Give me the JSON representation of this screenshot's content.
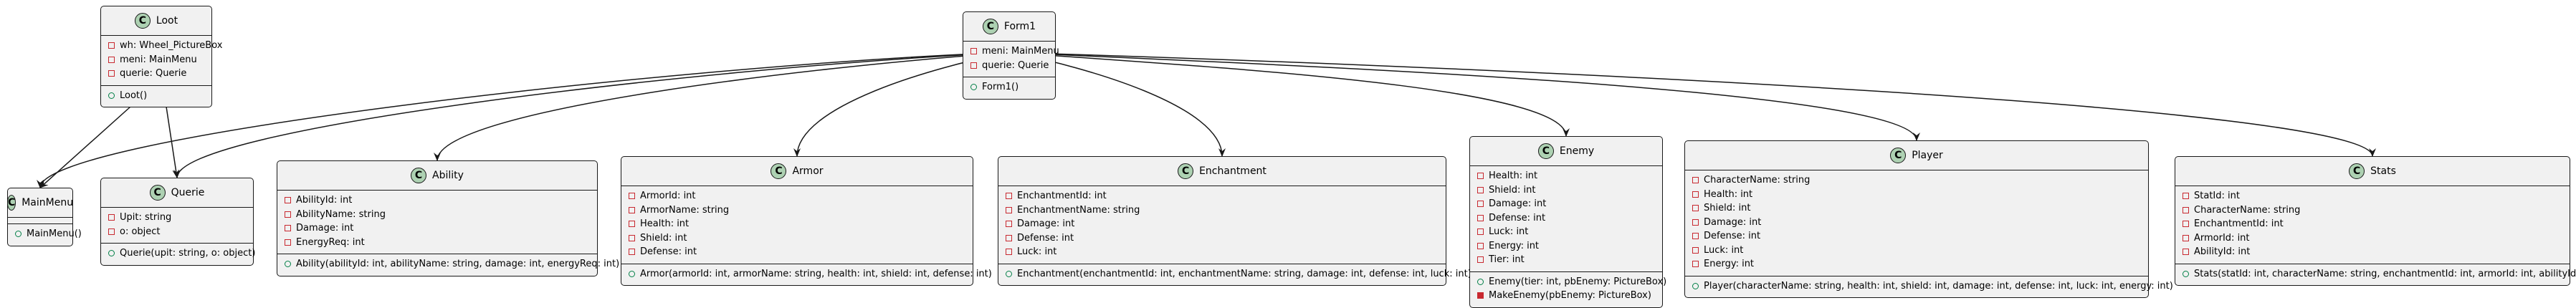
{
  "diagram": {
    "type": "uml-class-diagram",
    "class_icon_letter": "C",
    "colors": {
      "class_fill": "#f1f1f1",
      "class_border": "#181818",
      "icon_fill": "#add1b2",
      "private_marker": "#c82930",
      "public_marker": "#038048",
      "edge": "#181818"
    },
    "classes": [
      {
        "id": "loot",
        "name": "Loot",
        "fields": [
          {
            "vis": "private",
            "text": "wh: Wheel_PictureBox"
          },
          {
            "vis": "private",
            "text": "meni: MainMenu"
          },
          {
            "vis": "private",
            "text": "querie: Querie"
          }
        ],
        "methods": [
          {
            "vis": "public",
            "text": "Loot()"
          }
        ]
      },
      {
        "id": "form1",
        "name": "Form1",
        "fields": [
          {
            "vis": "private",
            "text": "meni: MainMenu"
          },
          {
            "vis": "private",
            "text": "querie: Querie"
          }
        ],
        "methods": [
          {
            "vis": "public",
            "text": "Form1()"
          }
        ]
      },
      {
        "id": "mainmenu",
        "name": "MainMenu",
        "fields": [],
        "methods": [
          {
            "vis": "public",
            "text": "MainMenu()"
          }
        ]
      },
      {
        "id": "querie",
        "name": "Querie",
        "fields": [
          {
            "vis": "private",
            "text": "Upit: string"
          },
          {
            "vis": "private",
            "text": "o: object"
          }
        ],
        "methods": [
          {
            "vis": "public",
            "text": "Querie(upit: string, o: object)"
          }
        ]
      },
      {
        "id": "ability",
        "name": "Ability",
        "fields": [
          {
            "vis": "private",
            "text": "AbilityId: int"
          },
          {
            "vis": "private",
            "text": "AbilityName: string"
          },
          {
            "vis": "private",
            "text": "Damage: int"
          },
          {
            "vis": "private",
            "text": "EnergyReq: int"
          }
        ],
        "methods": [
          {
            "vis": "public",
            "text": "Ability(abilityId: int, abilityName: string, damage: int, energyReq: int)"
          }
        ]
      },
      {
        "id": "armor",
        "name": "Armor",
        "fields": [
          {
            "vis": "private",
            "text": "ArmorId: int"
          },
          {
            "vis": "private",
            "text": "ArmorName: string"
          },
          {
            "vis": "private",
            "text": "Health: int"
          },
          {
            "vis": "private",
            "text": "Shield: int"
          },
          {
            "vis": "private",
            "text": "Defense: int"
          }
        ],
        "methods": [
          {
            "vis": "public",
            "text": "Armor(armorId: int, armorName: string, health: int, shield: int, defense: int)"
          }
        ]
      },
      {
        "id": "enchantment",
        "name": "Enchantment",
        "fields": [
          {
            "vis": "private",
            "text": "EnchantmentId: int"
          },
          {
            "vis": "private",
            "text": "EnchantmentName: string"
          },
          {
            "vis": "private",
            "text": "Damage: int"
          },
          {
            "vis": "private",
            "text": "Defense: int"
          },
          {
            "vis": "private",
            "text": "Luck: int"
          }
        ],
        "methods": [
          {
            "vis": "public",
            "text": "Enchantment(enchantmentId: int, enchantmentName: string, damage: int, defense: int, luck: int)"
          }
        ]
      },
      {
        "id": "enemy",
        "name": "Enemy",
        "fields": [
          {
            "vis": "private",
            "text": "Health: int"
          },
          {
            "vis": "private",
            "text": "Shield: int"
          },
          {
            "vis": "private",
            "text": "Damage: int"
          },
          {
            "vis": "private",
            "text": "Defense: int"
          },
          {
            "vis": "private",
            "text": "Luck: int"
          },
          {
            "vis": "private",
            "text": "Energy: int"
          },
          {
            "vis": "private",
            "text": "Tier: int"
          }
        ],
        "methods": [
          {
            "vis": "public",
            "text": "Enemy(tier: int, pbEnemy: PictureBox)"
          },
          {
            "vis": "private",
            "filled": true,
            "text": "MakeEnemy(pbEnemy: PictureBox)"
          }
        ]
      },
      {
        "id": "player",
        "name": "Player",
        "fields": [
          {
            "vis": "private",
            "text": "CharacterName: string"
          },
          {
            "vis": "private",
            "text": "Health: int"
          },
          {
            "vis": "private",
            "text": "Shield: int"
          },
          {
            "vis": "private",
            "text": "Damage: int"
          },
          {
            "vis": "private",
            "text": "Defense: int"
          },
          {
            "vis": "private",
            "text": "Luck: int"
          },
          {
            "vis": "private",
            "text": "Energy: int"
          }
        ],
        "methods": [
          {
            "vis": "public",
            "text": "Player(characterName: string, health: int, shield: int, damage: int, defense: int, luck: int, energy: int)"
          }
        ]
      },
      {
        "id": "stats",
        "name": "Stats",
        "fields": [
          {
            "vis": "private",
            "text": "StatId: int"
          },
          {
            "vis": "private",
            "text": "CharacterName: string"
          },
          {
            "vis": "private",
            "text": "EnchantmentId: int"
          },
          {
            "vis": "private",
            "text": "ArmorId: int"
          },
          {
            "vis": "private",
            "text": "AbilityId: int"
          }
        ],
        "methods": [
          {
            "vis": "public",
            "text": "Stats(statId: int, characterName: string, enchantmentId: int, armorId: int, abilityId: int)"
          }
        ]
      }
    ],
    "edges": [
      {
        "from": "loot",
        "to": "mainmenu"
      },
      {
        "from": "loot",
        "to": "querie"
      },
      {
        "from": "form1",
        "to": "mainmenu"
      },
      {
        "from": "form1",
        "to": "querie"
      },
      {
        "from": "form1",
        "to": "ability"
      },
      {
        "from": "form1",
        "to": "armor"
      },
      {
        "from": "form1",
        "to": "enchantment"
      },
      {
        "from": "form1",
        "to": "enemy"
      },
      {
        "from": "form1",
        "to": "player"
      },
      {
        "from": "form1",
        "to": "stats"
      }
    ]
  }
}
